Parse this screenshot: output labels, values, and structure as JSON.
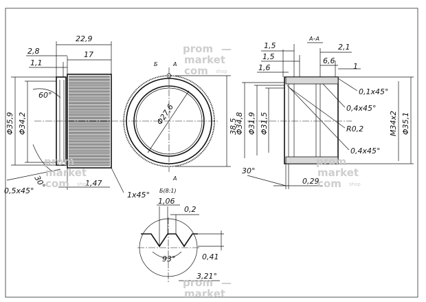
{
  "left_view": {
    "dims": {
      "overall_length": "22,9",
      "knurl_length": "17",
      "offset_top": "2,8",
      "offset_small": "1,1",
      "outer_dia": "Φ35,9",
      "inner_dia": "Φ34,2",
      "angle_top": "60°",
      "angle_bottom": "30°",
      "chamfer_left": "0,5x45°",
      "step_bottom": "1,47",
      "chamfer_right": "1x45°"
    }
  },
  "front_view": {
    "section_label_b": "Б",
    "section_label_a_top": "А",
    "section_label_a_bottom": "А",
    "inner_dia": "Φ27,6",
    "outer_dim": "38,5"
  },
  "section_view": {
    "title": "А–А",
    "dims": {
      "top_1_5a": "1,5",
      "top_1_5b": "1,5",
      "top_1_6": "1,6",
      "top_2_1": "2,1",
      "top_6_6": "6,6",
      "top_1": "1",
      "dia_34_8": "Φ34,8",
      "dia_31_9": "Φ31,9",
      "dia_31_5": "Φ31,5",
      "thread": "M34x2",
      "dia_35_1": "Φ35,1",
      "chamfer_1": "0,1x45°",
      "chamfer_2": "0,4x45°",
      "radius": "R0,2",
      "chamfer_3": "0,4x45°",
      "angle": "30°",
      "bottom": "0,29"
    }
  },
  "detail_view": {
    "title": "Б(8:1)",
    "dims": {
      "pitch": "1,06",
      "tip": "0,2",
      "angle": "93°",
      "depth": "0,41",
      "radius": "3,21°"
    }
  },
  "watermark": {
    "line1": "prom",
    "line2": "market",
    "line3": "com",
    "suffix": "shop"
  }
}
